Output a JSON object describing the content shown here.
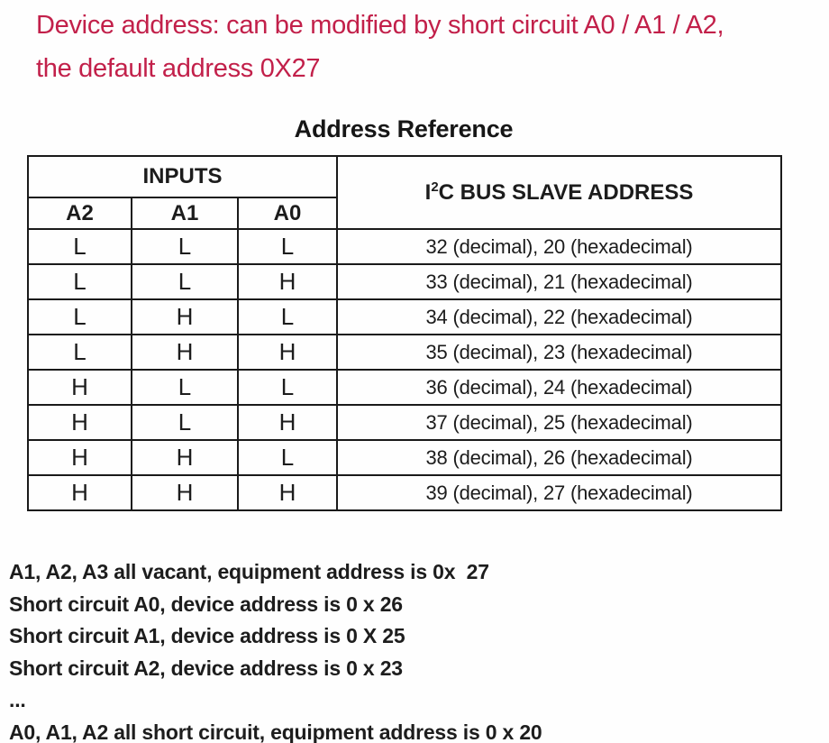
{
  "intro": {
    "line1": "Device address: can be modified by short circuit A0 / A1 / A2,",
    "line2": "the default address 0X27",
    "color": "#c2204a"
  },
  "table": {
    "title": "Address Reference",
    "header": {
      "inputs_label": "INPUTS",
      "i2c_prefix": "I",
      "i2c_sup": "2",
      "i2c_rest": "C BUS SLAVE ADDRESS",
      "input_cols": [
        "A2",
        "A1",
        "A0"
      ]
    },
    "rows": [
      {
        "a2": "L",
        "a1": "L",
        "a0": "L",
        "address": "32 (decimal), 20 (hexadecimal)"
      },
      {
        "a2": "L",
        "a1": "L",
        "a0": "H",
        "address": "33 (decimal), 21 (hexadecimal)"
      },
      {
        "a2": "L",
        "a1": "H",
        "a0": "L",
        "address": "34 (decimal), 22 (hexadecimal)"
      },
      {
        "a2": "L",
        "a1": "H",
        "a0": "H",
        "address": "35 (decimal), 23 (hexadecimal)"
      },
      {
        "a2": "H",
        "a1": "L",
        "a0": "L",
        "address": "36 (decimal), 24 (hexadecimal)"
      },
      {
        "a2": "H",
        "a1": "L",
        "a0": "H",
        "address": "37 (decimal), 25 (hexadecimal)"
      },
      {
        "a2": "H",
        "a1": "H",
        "a0": "L",
        "address": "38 (decimal), 26 (hexadecimal)"
      },
      {
        "a2": "H",
        "a1": "H",
        "a0": "H",
        "address": "39 (decimal), 27 (hexadecimal)"
      }
    ]
  },
  "notes": {
    "lines": [
      "A1, A2, A3 all vacant, equipment address is 0x  27",
      "Short circuit A0, device address is 0 x 26",
      "Short circuit A1, device address is 0 X 25",
      "Short circuit A2, device address is 0 x 23",
      "...",
      "A0, A1, A2 all short circuit, equipment address is 0 x 20"
    ]
  }
}
